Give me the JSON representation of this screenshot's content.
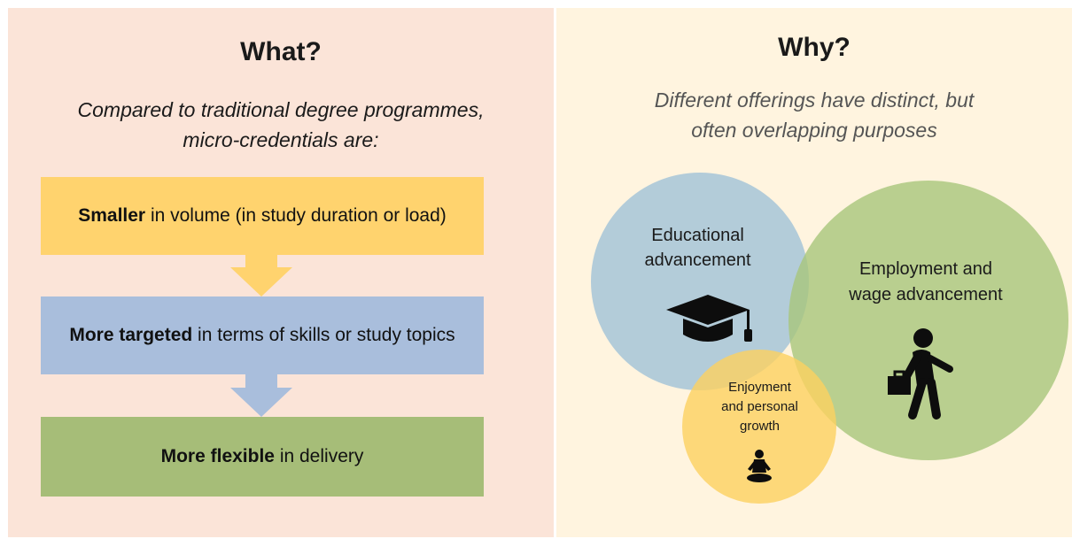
{
  "left": {
    "heading": "What?",
    "subtitle_lines": [
      "Compared to traditional degree programmes,",
      "micro-credentials are:"
    ],
    "boxes": [
      {
        "bold": "Smaller",
        "rest": " in volume (in study duration or load)",
        "color": "#ffd36e"
      },
      {
        "bold": "More targeted",
        "rest": " in terms of skills or study topics",
        "color": "#a9bedc"
      },
      {
        "bold": "More flexible",
        "rest": " in delivery",
        "color": "#a6bd78"
      }
    ],
    "arrow_colors": [
      "#ffd36e",
      "#a9bedc"
    ]
  },
  "right": {
    "heading": "Why?",
    "subtitle_lines": [
      "Different offerings have distinct, but",
      "often overlapping purposes"
    ],
    "circles": {
      "education": {
        "lines": [
          "Educational",
          "advancement"
        ],
        "icon": "graduation-cap-icon",
        "color": "#a9c6d8"
      },
      "employment": {
        "lines": [
          "Employment and",
          "wage advancement"
        ],
        "icon": "walking-person-briefcase-icon",
        "color": "#a8c57a"
      },
      "enjoyment": {
        "lines": [
          "Enjoyment",
          "and personal",
          "growth"
        ],
        "icon": "meditating-person-icon",
        "color": "#fcd15f"
      }
    }
  },
  "colors": {
    "left_bg": "#fbe4d8",
    "right_bg": "#fff4df"
  }
}
